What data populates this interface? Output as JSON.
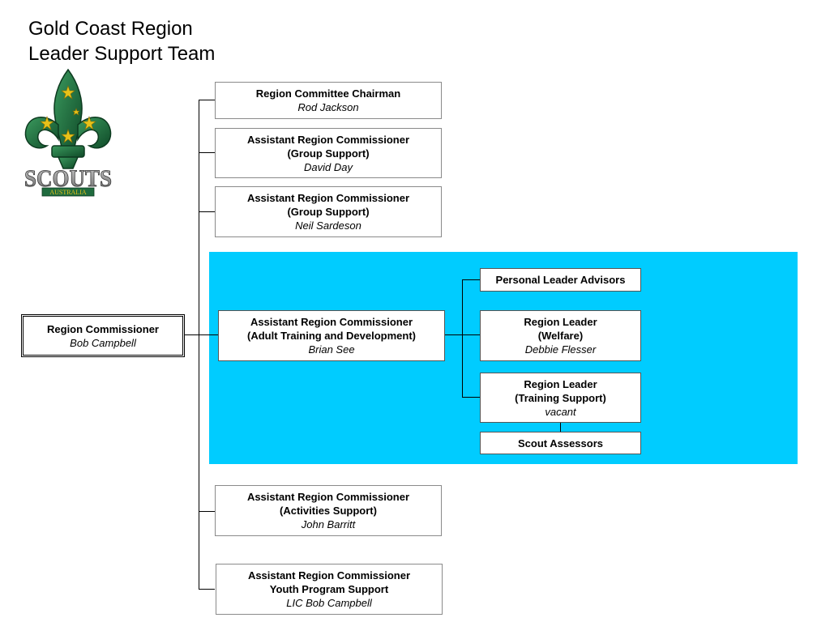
{
  "title": {
    "line1": "Gold Coast Region",
    "line2": "Leader Support Team"
  },
  "logo": {
    "icon": "scouts-australia-fleur-de-lis-logo",
    "text": "SCOUTS",
    "subtext": "AUSTRALIA"
  },
  "colors": {
    "highlight": "#00ccff",
    "logo_green": "#1f6b3e",
    "logo_gold": "#e8c21a"
  },
  "region_commissioner": {
    "role": "Region Commissioner",
    "name": "Bob Campbell"
  },
  "chairman": {
    "role": "Region Committee Chairman",
    "name": "Rod Jackson"
  },
  "arc_group_1": {
    "role": "Assistant Region Commissioner\n(Group Support)",
    "name": "David Day"
  },
  "arc_group_2": {
    "role": "Assistant Region Commissioner\n(Group Support)",
    "name": "Neil Sardeson"
  },
  "arc_training": {
    "role": "Assistant Region Commissioner\n(Adult Training and Development)",
    "name": "Brian See"
  },
  "personal_advisors": {
    "role": "Personal Leader Advisors"
  },
  "rl_welfare": {
    "role": "Region Leader\n(Welfare)",
    "name": "Debbie Flesser"
  },
  "rl_training": {
    "role": "Region Leader\n(Training Support)",
    "name": "vacant"
  },
  "scout_assessors": {
    "role": "Scout Assessors"
  },
  "arc_activities": {
    "role": "Assistant Region Commissioner\n(Activities Support)",
    "name": "John Barritt"
  },
  "arc_youth": {
    "role": "Assistant Region Commissioner\nYouth Program Support",
    "name": "LIC Bob Campbell"
  }
}
